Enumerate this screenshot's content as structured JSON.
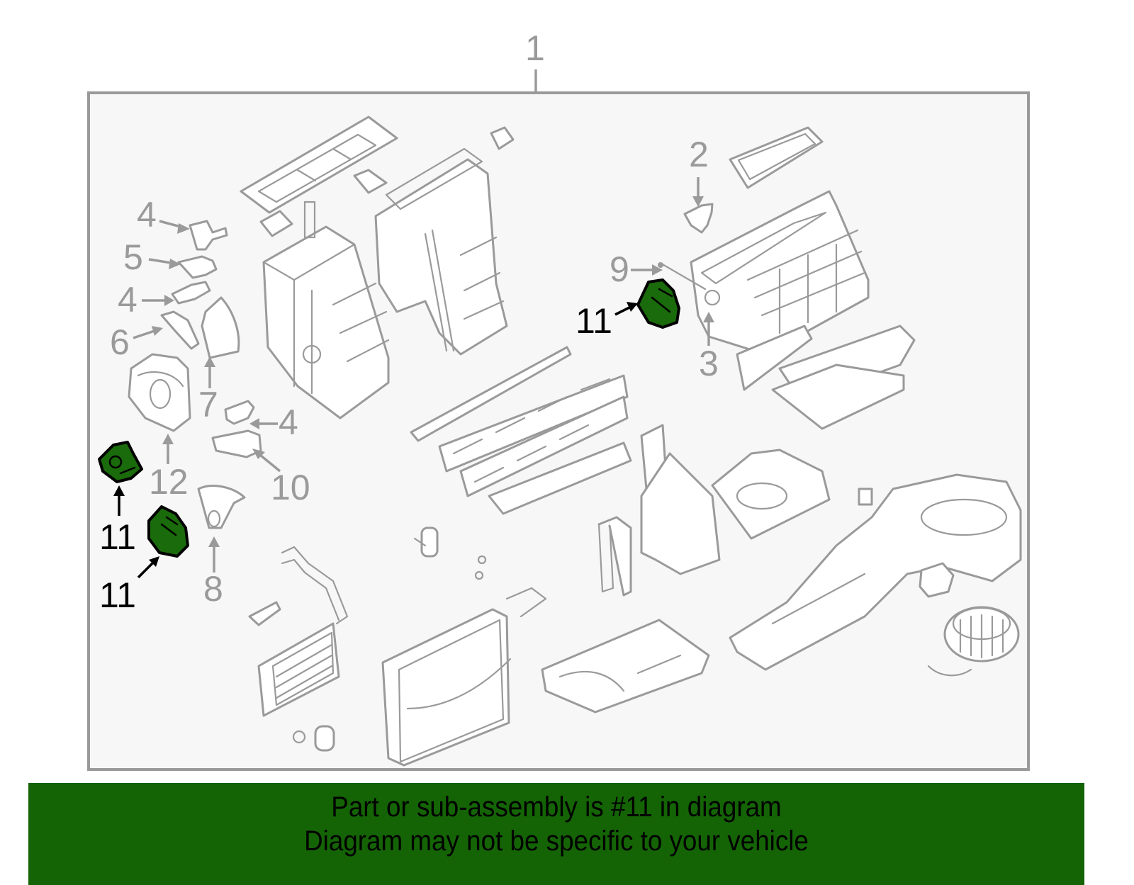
{
  "diagram": {
    "title_number": "1",
    "colors": {
      "background": "#f7f7f7",
      "line": "#9a9a9a",
      "highlight_fill": "#1a6b0b",
      "highlight_outline": "#000000",
      "footer_bg": "#146405"
    },
    "callouts": [
      {
        "id": "c1",
        "label": "1",
        "highlighted": false
      },
      {
        "id": "c2",
        "label": "2",
        "highlighted": false
      },
      {
        "id": "c3",
        "label": "3",
        "highlighted": false
      },
      {
        "id": "c4a",
        "label": "4",
        "highlighted": false
      },
      {
        "id": "c5",
        "label": "5",
        "highlighted": false
      },
      {
        "id": "c4b",
        "label": "4",
        "highlighted": false
      },
      {
        "id": "c6",
        "label": "6",
        "highlighted": false
      },
      {
        "id": "c7",
        "label": "7",
        "highlighted": false
      },
      {
        "id": "c4c",
        "label": "4",
        "highlighted": false
      },
      {
        "id": "c12",
        "label": "12",
        "highlighted": false
      },
      {
        "id": "c10",
        "label": "10",
        "highlighted": false
      },
      {
        "id": "c8",
        "label": "8",
        "highlighted": false
      },
      {
        "id": "c9",
        "label": "9",
        "highlighted": false
      },
      {
        "id": "c11a",
        "label": "11",
        "highlighted": true
      },
      {
        "id": "c11b",
        "label": "11",
        "highlighted": true
      },
      {
        "id": "c11c",
        "label": "11",
        "highlighted": true
      }
    ]
  },
  "footer": {
    "line1": "Part or sub-assembly is #11 in diagram",
    "line2": "Diagram may not be specific to your vehicle"
  }
}
